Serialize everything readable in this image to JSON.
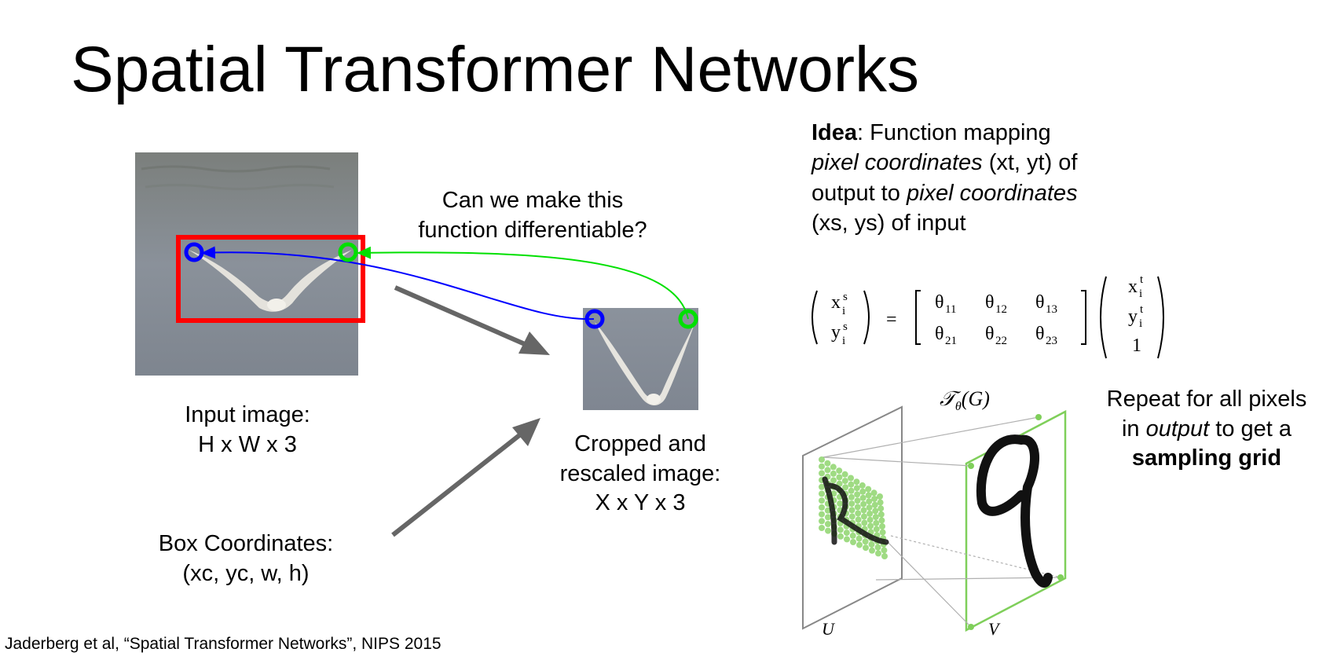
{
  "slide": {
    "title": "Spatial Transformer Networks",
    "question_line1": "Can we make this",
    "question_line2": "function differentiable?",
    "input_caption_line1": "Input image:",
    "input_caption_line2": "H x W x 3",
    "box_caption_line1": "Box Coordinates:",
    "box_caption_line2": "(xc, yc, w, h)",
    "cropped_caption_line1": "Cropped and",
    "cropped_caption_line2": "rescaled image:",
    "cropped_caption_line3": "X x Y x 3",
    "idea": {
      "bold": "Idea",
      "t1": ": Function mapping",
      "em1": "pixel coordinates",
      "t2": " (xt, yt) of",
      "t3": "output to ",
      "em2": "pixel coordinates",
      "t4": "(xs, ys) of input"
    },
    "repeat": {
      "t1": "Repeat for all pixels",
      "t2": "in ",
      "em": "output",
      "t3": " to get a",
      "bold": "sampling grid"
    },
    "citation": "Jaderberg et al, “Spatial Transformer Networks”, NIPS 2015"
  },
  "equation": {
    "lhs": [
      "x",
      "s",
      "i",
      "y",
      "s",
      "i"
    ],
    "theta": [
      "θ",
      "11",
      "12",
      "13",
      "21",
      "22",
      "23"
    ],
    "rhs": [
      "x",
      "t",
      "i",
      "y",
      "t",
      "i",
      "1"
    ]
  },
  "grid_figure": {
    "transform_label": "𝒯",
    "transform_sub": "θ",
    "transform_arg": "(G)",
    "source_label": "U",
    "target_label": "V"
  },
  "colors": {
    "box_red": "#ff0000",
    "point_blue": "#0000ff",
    "point_green": "#00e000",
    "arrow_gray": "#666666",
    "grid_green": "#7fcf5a",
    "plane_gray": "#888888"
  }
}
